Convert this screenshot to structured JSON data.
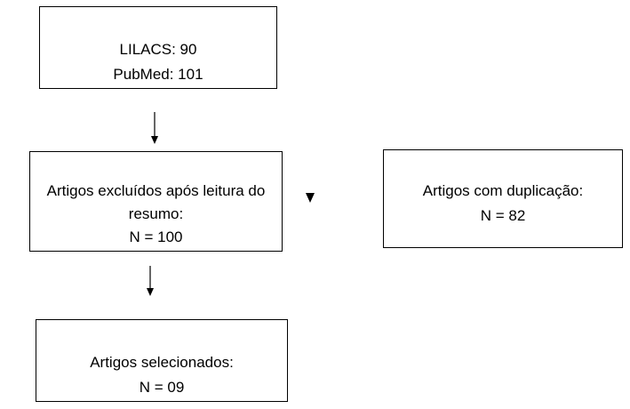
{
  "boxes": {
    "sources": {
      "line1": "LILACS: 90",
      "line2": "PubMed: 101"
    },
    "excluded": {
      "text": "Artigos excluídos após leitura do resumo:",
      "count": "N = 100"
    },
    "duplicates": {
      "text": "Artigos com duplicação:",
      "count": "N = 82"
    },
    "selected": {
      "text": "Artigos selecionados:",
      "count": "N = 09"
    }
  }
}
